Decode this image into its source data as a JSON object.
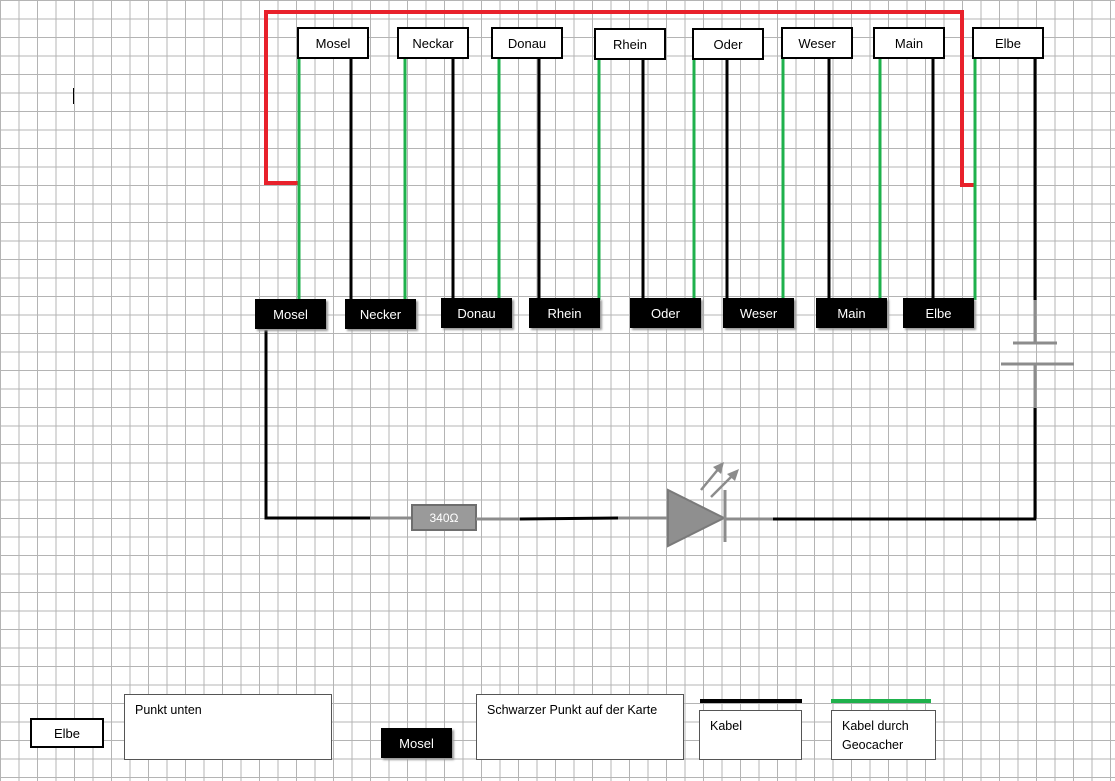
{
  "top_labels": [
    "Mosel",
    "Neckar",
    "Donau",
    "Rhein",
    "Oder",
    "Weser",
    "Main",
    "Elbe"
  ],
  "bottom_labels": [
    "Mosel",
    "Necker",
    "Donau",
    "Rhein",
    "Oder",
    "Weser",
    "Main",
    "Elbe"
  ],
  "resistor": {
    "label": "340Ω"
  },
  "legend": {
    "sample_top_box": "Elbe",
    "sample_top_text": "Punkt unten",
    "sample_bottom_box": "Mosel",
    "sample_bottom_text": "Schwarzer Punkt auf der Karte",
    "kabel_text": "Kabel",
    "kabel_geocacher_line1": "Kabel durch",
    "kabel_geocacher_line2": "Geocacher"
  },
  "colors": {
    "red_wire": "#e8212b",
    "green_wire": "#1fb14c",
    "black_wire": "#000000",
    "component_gray": "#8c8c8c",
    "grid": "#b4b4b4"
  }
}
